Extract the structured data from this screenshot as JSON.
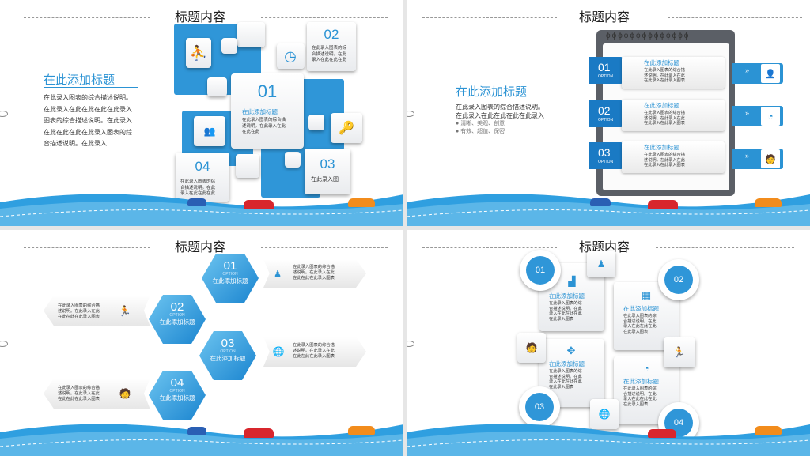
{
  "colors": {
    "accent": "#2b93d4",
    "dark_blue": "#1a7ac4",
    "road": "#2f9fe0"
  },
  "slide1": {
    "title": "标题内容",
    "heading": "在此添加标题",
    "body_lines": [
      "在此录入图表的综合描述说明。",
      "在此录入在此在此在此在此录入",
      "图表的综合描述说明。在此录入",
      "在此在此在此在此录入图表的综",
      "合描述说明。在此录入"
    ],
    "n01": "01",
    "n01_title": "在此添加标题",
    "n01_text": [
      "在此录入图表的综合描",
      "述说明。在此录入在此",
      "在此在此"
    ],
    "n02": "02",
    "n02_text": [
      "在此录入图表的综",
      "合描述说明。在此",
      "录入在此在此在此"
    ],
    "n03": "03",
    "n03_text": "在此录入图",
    "n04": "04",
    "n04_text": [
      "在此录入图表的综",
      "合描述说明。在此",
      "录入在此在此在此"
    ]
  },
  "slide2": {
    "title": "标题内容",
    "heading": "在此添加标题",
    "body_lines": [
      "在此录入图表的综合描述说明。",
      "在此录入在此在此在此在此录入"
    ],
    "bullets": [
      "清晰、美观、创意",
      "有效、超值、保密"
    ],
    "items": [
      {
        "num": "01",
        "option": "OPTION",
        "title": "在此添加标题",
        "text": [
          "在此录入图表的综合描",
          "述说明。在此录入在此",
          "在此录入在此录入图表"
        ]
      },
      {
        "num": "02",
        "option": "OPTION",
        "title": "在此添加标题",
        "text": [
          "在此录入图表的综合描",
          "述说明。在此录入在此",
          "在此录入在此录入图表"
        ]
      },
      {
        "num": "03",
        "option": "OPTION",
        "title": "在此添加标题",
        "text": [
          "在此录入图表的综合描",
          "述说明。在此录入在此",
          "在此录入在此录入图表"
        ]
      }
    ]
  },
  "slide3": {
    "title": "标题内容",
    "hexes": [
      {
        "num": "01",
        "option": "OPTION",
        "label": "在此添加标题"
      },
      {
        "num": "02",
        "option": "OPTION",
        "label": "在此添加标题"
      },
      {
        "num": "03",
        "option": "OPTION",
        "label": "在此添加标题"
      },
      {
        "num": "04",
        "option": "OPTION",
        "label": "在此添加标题"
      }
    ],
    "boxes": [
      [
        "在此录入图表的综合描",
        "述说明。在此录入在此",
        "在此在此在此录入图表"
      ],
      [
        "在此录入图表的综合描",
        "述说明。在此录入在此",
        "在此在此在此录入图表"
      ],
      [
        "在此录入图表的综合描",
        "述说明。在此录入在此",
        "在此在此在此录入图表"
      ],
      [
        "在此录入图表的综合描",
        "述说明。在此录入在此",
        "在此在此在此录入图表"
      ]
    ]
  },
  "slide4": {
    "title": "标题内容",
    "circles": [
      "01",
      "02",
      "03",
      "04"
    ],
    "cards": [
      {
        "title": "在此添加标题",
        "text": [
          "在此录入图表的综",
          "合描述说明。在此",
          "录入在此在此在此",
          "在此录入图表"
        ]
      },
      {
        "title": "在此添加标题",
        "text": [
          "在此录入图表的综",
          "合描述说明。在此",
          "录入在此在此在此",
          "在此录入图表"
        ]
      },
      {
        "title": "在此添加标题",
        "text": [
          "在此录入图表的综",
          "合描述说明。在此",
          "录入在此在此在此",
          "在此录入图表"
        ]
      },
      {
        "title": "在此添加标题",
        "text": [
          "在此录入图表的综",
          "合描述说明。在此",
          "录入在此在此在此",
          "在此录入图表"
        ]
      }
    ]
  }
}
